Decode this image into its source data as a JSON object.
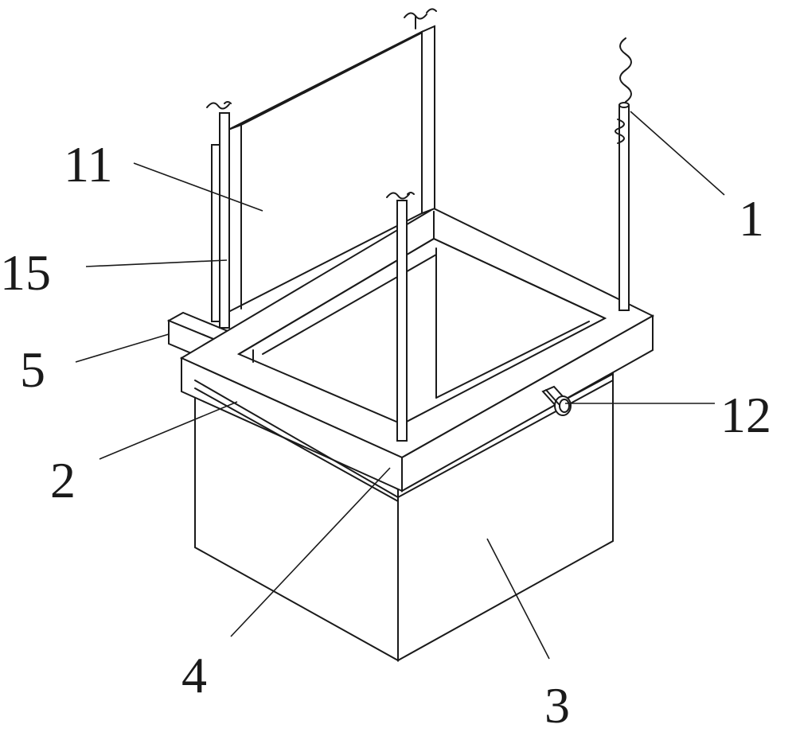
{
  "callouts": {
    "c1": "1",
    "c2": "2",
    "c3": "3",
    "c4": "4",
    "c5": "5",
    "c11": "11",
    "c12": "12",
    "c15": "15"
  },
  "colors": {
    "line": "#1a1a1a",
    "background": "#ffffff"
  }
}
